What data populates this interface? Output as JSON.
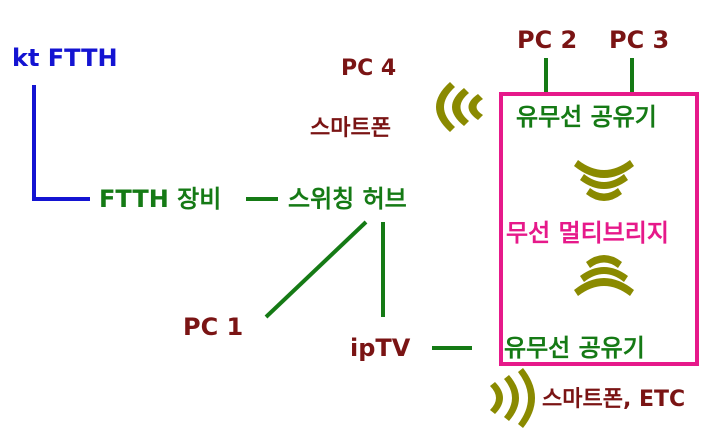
{
  "nodes": {
    "kt_ftth": "kt FTTH",
    "ftth_device": "FTTH 장비",
    "switching_hub": "스위칭 허브",
    "pc1": "PC 1",
    "iptv": "ipTV",
    "pc4": "PC 4",
    "smartphone": "스마트폰",
    "pc2": "PC 2",
    "pc3": "PC 3",
    "router_top": "유무선 공유기",
    "wireless_bridge": "무선 멀티브리지",
    "router_bottom": "유무선 공유기",
    "smartphone_etc": "스마트폰, ETC"
  },
  "colors": {
    "blue": "#1414d2",
    "green": "#157a15",
    "brown": "#7a1414",
    "magenta": "#e6198a",
    "wave": "#8a8a00"
  }
}
